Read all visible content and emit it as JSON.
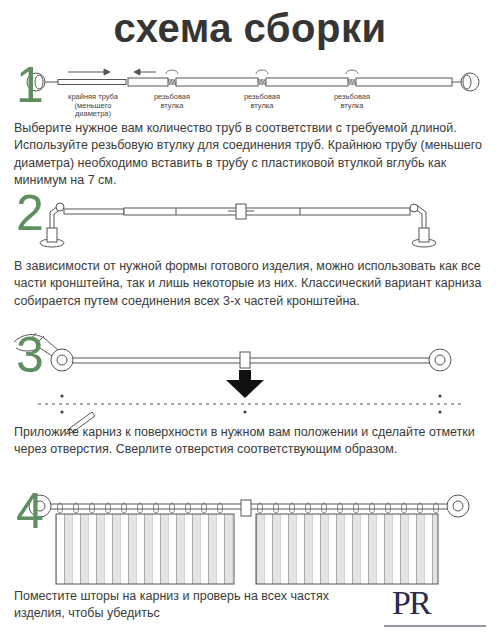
{
  "diagram": {
    "title": "схема сборки",
    "labels": [
      "1",
      "крайняя труба (меньшего диаметра)",
      "резьбовая втулка",
      "резьбовая втулка",
      "резьбовая втулка",
      "Выберите нужное вам количество труб в соответствии с требуемой длиной. Используйте резьбовую втулку для соединения труб. Крайнюю трубу (меньшего диаметра) необходимо вставить в трубу с пластиковой втулкой вглубь как минимум на 7 см.",
      "2",
      "В зависимости от нужной формы готового изделия, можно использовать как все части кронштейна, так и лишь некоторые из них. Классический вариант карниза собирается путем соединения всех 3-х частей кронштейна.",
      "3",
      "Приложите карниз к поверхности в нужном вам положении и сделайте отметки через отверстия. Сверлите отверстия соответствующим образом.",
      "4",
      "Поместите шторы на карниз и проверь на всех частях изделия, чтобы убедитьс",
      "PR"
    ]
  }
}
